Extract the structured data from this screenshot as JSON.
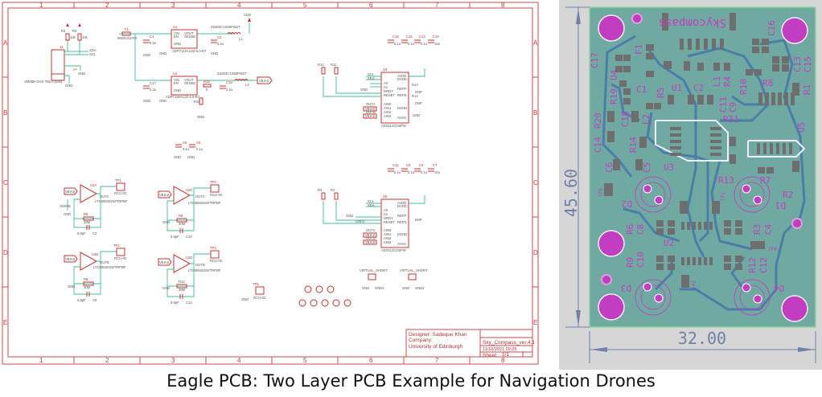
{
  "schematic": {
    "columns": [
      "1",
      "2",
      "3",
      "4",
      "5",
      "6",
      "7",
      "8"
    ],
    "rows": [
      "A",
      "B",
      "C",
      "D",
      "E"
    ],
    "labels": {
      "j1": "J1",
      "j1_part": "SM08B-GHS-TB(LF)(SN)",
      "sda": "SDA",
      "scl": "SCL",
      "vplus": "V+",
      "r2": "R2",
      "r3v": "R3",
      "r10k": "10k",
      "vdd": "VDD",
      "gnd": "GND",
      "f1": "F1",
      "f1_part": "0603L010YR",
      "c1": "C1",
      "c2": "C2",
      "cap22": "2.2u",
      "u1": "U1",
      "u1_part": "ADP7142AUJZ-5.0-R7",
      "u4": "U4",
      "u4_part": "ADP7118AUJZ-2.5-R7",
      "l1": "L1",
      "l2": "L2",
      "l_part": "ZS603C102BPW2T",
      "c17": "C17",
      "c18": "C18",
      "r18": "R18",
      "r19": "R19",
      "zero": "0",
      "vbias": "VBIAS",
      "vin": "VIN",
      "en": "EN",
      "vout": "VOUT",
      "sense": "SENSE",
      "u3": "U3",
      "u5": "U5",
      "ads_part": "ADS112C04IPW",
      "c16": "C16",
      "c15": "C15",
      "c13": "C13",
      "c14": "C14",
      "c11": "C11",
      "c9": "C9",
      "c3": "C3",
      "c7": "C7",
      "c01u": "0.1u",
      "c10u": "10u",
      "r14": "R14",
      "r11": "R11",
      "r13": "R13",
      "r12s": "R12",
      "r1": "R1",
      "r4": "R4",
      "dnp": "DNP",
      "avdd": "AVDD",
      "dvdd": "DVDD",
      "refp": "REFP",
      "refn": "REFN",
      "dgnd": "DGND",
      "avss": "AVSS",
      "ain0": "AIN0",
      "ain1": "AIN1",
      "ain2": "AIN2",
      "ain3": "AIN3",
      "a0": "A0",
      "a1": "A1",
      "drdy": "DRDY",
      "reset": "RESET",
      "outa": "OUTA",
      "outb": "OUTB",
      "outc": "OUTC",
      "outd": "OUTD",
      "u2a": "U2A",
      "u2b": "U2B",
      "u2c": "U2C",
      "u2d": "U2D",
      "opamp_part": "LTC6082IGN#TRPBF",
      "tp1": "TP1",
      "tp2": "TP2",
      "tp3": "TP3",
      "tp4": "TP4",
      "tp5": "TP5",
      "tp_part": "RCU-0C",
      "r5": "R5",
      "r6": "R6",
      "r9": "R9",
      "r12": "R12",
      "r30m": "30M",
      "c4": "C4",
      "c8": "C8",
      "c10": "C10",
      "c12": "C12",
      "c68": "6.8pF",
      "c5": "C5",
      "c6": "C6",
      "d": "SGR05",
      "virtual_short": "VIRTUAL_SHORT",
      "gnd2": "GND2"
    },
    "title_block": {
      "designer": "Designer: Sadeque Khan",
      "company": "Company:",
      "organisation": "University of Edinburgh",
      "project": "Sky_Compass_ver.4.1",
      "date": "11/10/2021 09:25",
      "sheet_label": "Sheet:",
      "sheet": "1/1"
    }
  },
  "pcb": {
    "height_dim": "45.60",
    "width_dim": "32.00",
    "board_text": "Skycompass",
    "silkscreen": [
      "C17",
      "F1",
      "U1",
      "C2",
      "R5",
      "L1",
      "R4",
      "C11",
      "C9",
      "R10",
      "R8",
      "R1",
      "C16",
      "C13",
      "C15",
      "R19",
      "U4",
      "C1",
      "C18",
      "L2",
      "R14",
      "C14",
      "R20",
      "C6",
      "C5",
      "U3",
      "R11",
      "U5",
      "R13",
      "R7",
      "R2",
      "TP5",
      "D2",
      "TP1",
      "D1",
      "R6",
      "C8",
      "U2",
      "R3",
      "C4",
      "R9",
      "C10",
      "TP4",
      "R12",
      "C12",
      "D3",
      "TP3",
      "D4"
    ],
    "colors": {
      "board": "#6fa9a1",
      "pad": "#6e6e6e",
      "hole": "#c23dc2",
      "trace": "#4a7ea8",
      "silk": "#c040c0"
    }
  },
  "caption": "Eagle PCB: Two Layer PCB Example for Navigation Drones"
}
